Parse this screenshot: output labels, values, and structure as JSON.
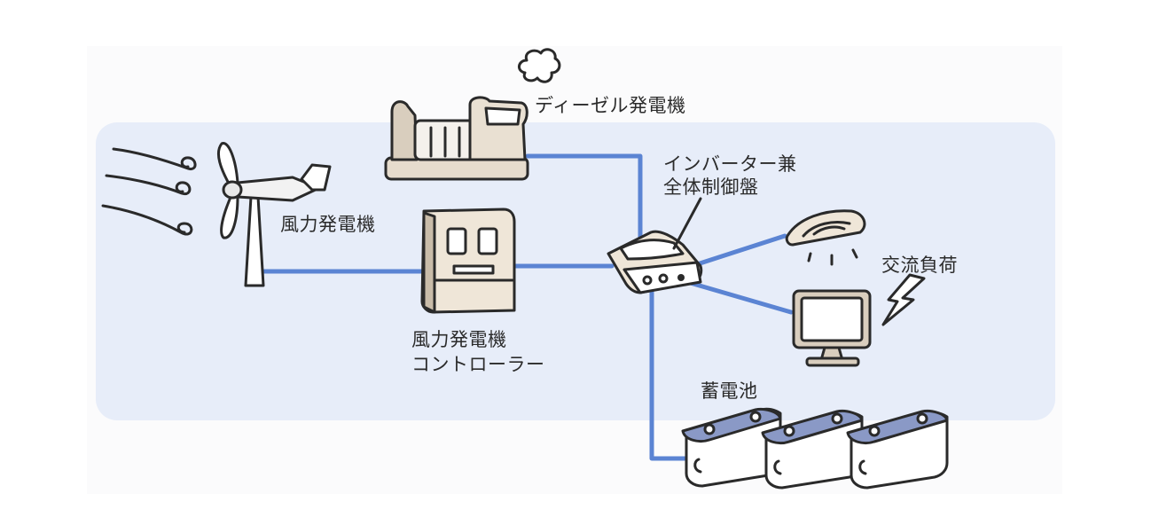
{
  "labels": {
    "diesel_generator": "ディーゼル発電機",
    "inverter_line1": "インバーター兼",
    "inverter_line2": "全体制御盤",
    "wind_generator": "風力発電機",
    "ac_load": "交流負荷",
    "controller_line1": "風力発電機",
    "controller_line2": "コントローラー",
    "battery": "蓄電池"
  },
  "colors": {
    "page_background": "#ffffff",
    "panel_background": "#e7edf9",
    "wire": "#5b84d3",
    "ink": "#2a2a2a",
    "device_fill": "#efe6d8",
    "device_shade": "#c9bca9",
    "battery_top": "#8a99c6"
  },
  "icons": [
    "wind-icon",
    "wind-turbine-icon",
    "smoke-icon",
    "diesel-generator-icon",
    "controller-icon",
    "inverter-icon",
    "lamp-icon",
    "lightning-icon",
    "monitor-icon",
    "battery-icon"
  ]
}
